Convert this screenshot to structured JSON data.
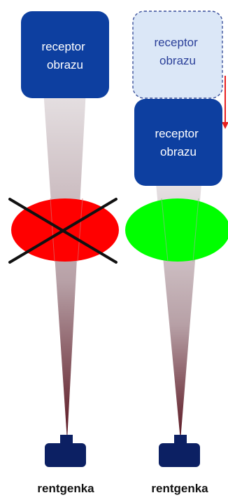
{
  "left": {
    "receptor_lines": [
      "receptor",
      "obrazu"
    ],
    "tube_label": "rentgenka",
    "status": "rejected"
  },
  "right": {
    "ghost_receptor_lines": [
      "receptor",
      "obrazu"
    ],
    "receptor_lines": [
      "receptor",
      "obrazu"
    ],
    "tube_label": "rentgenka",
    "status": "accepted"
  },
  "colors": {
    "receptor_fill": "#0d3fa0",
    "receptor_ghost_fill": "#dbe7f7",
    "receptor_ghost_border": "#3a4f9a",
    "beam_top": "#e6e1e3",
    "beam_bottom": "#5a1520",
    "object_rejected": "#ff0000",
    "object_accepted": "#00ff00",
    "tube_fill": "#0c2063",
    "cross_color": "#111111",
    "arrow_color": "#e82020"
  },
  "icons": {
    "cross": "x-mark-icon",
    "arrow": "arrow-down-icon"
  }
}
